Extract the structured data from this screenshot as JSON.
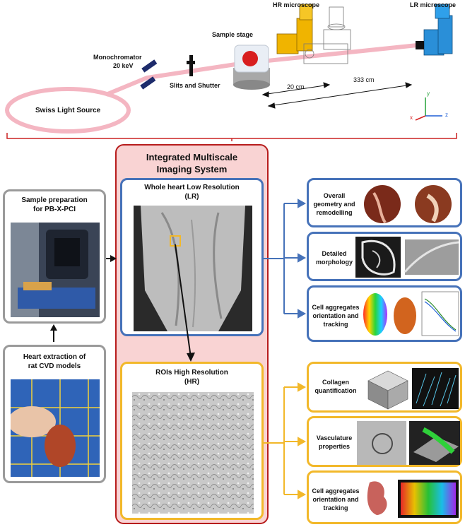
{
  "setup": {
    "hr_microscope": "HR microscope",
    "lr_microscope": "LR microscope",
    "sample_stage": "Sample stage",
    "monochromator": "Monochromator",
    "energy": "20 keV",
    "slits_shutter": "Slits and Shutter",
    "swiss_light_source": "Swiss Light Source",
    "distance_short": "20 cm",
    "distance_long": "333 cm",
    "axis_x": "x",
    "axis_y": "y",
    "axis_z": "z"
  },
  "center": {
    "title_line1": "Integrated Multiscale",
    "title_line2": "Imaging System",
    "lr_title_line1": "Whole heart Low Resolution",
    "lr_title_line2": "(LR)",
    "hr_title_line1": "ROIs High Resolution",
    "hr_title_line2": "(HR)"
  },
  "left": {
    "prep_line1": "Sample preparation",
    "prep_line2": "for PB-X-PCI",
    "extract_line1": "Heart extraction of",
    "extract_line2": "rat CVD models"
  },
  "lr_outputs": [
    {
      "line1": "Overall",
      "line2": "geometry and",
      "line3": "remodelling"
    },
    {
      "line1": "Detailed",
      "line2": "morphology",
      "line3": ""
    },
    {
      "line1": "Cell aggregates",
      "line2": "orientation and",
      "line3": "tracking"
    }
  ],
  "hr_outputs": [
    {
      "line1": "Collagen",
      "line2": "quantification",
      "line3": ""
    },
    {
      "line1": "Vasculature",
      "line2": "properties",
      "line3": ""
    },
    {
      "line1": "Cell aggregates",
      "line2": "orientation and",
      "line3": "tracking"
    }
  ],
  "colors": {
    "beam": "#f4b6c2",
    "lr_border": "#4672b9",
    "hr_border": "#f2b82a",
    "center_border": "#b71c1c",
    "center_fill": "#f9d3d3",
    "side_border": "#9a9a9a",
    "hr_microscope": "#f0b400",
    "lr_microscope": "#2a8fd8"
  }
}
